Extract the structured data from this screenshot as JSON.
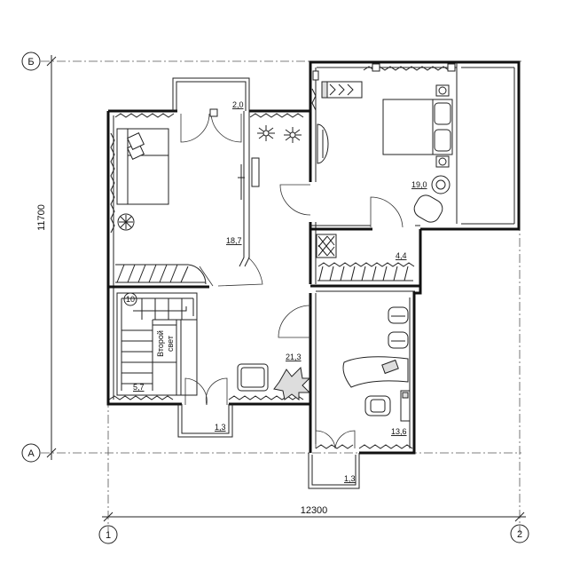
{
  "axes": {
    "row_top": "Б",
    "row_bottom": "А",
    "col_left": "1",
    "col_right": "2"
  },
  "dimensions": {
    "width": "12300",
    "height": "11700"
  },
  "rooms": {
    "balcony_top": "2,0",
    "living": "18,7",
    "bedroom": "19,0",
    "bath": "4,4",
    "stair_number": "10",
    "second_light_line1": "Второй",
    "second_light_line2": "свет",
    "stair_area": "5,7",
    "hall": "21,3",
    "porch_left": "1,3",
    "office": "13,6",
    "porch_right": "1,3"
  }
}
